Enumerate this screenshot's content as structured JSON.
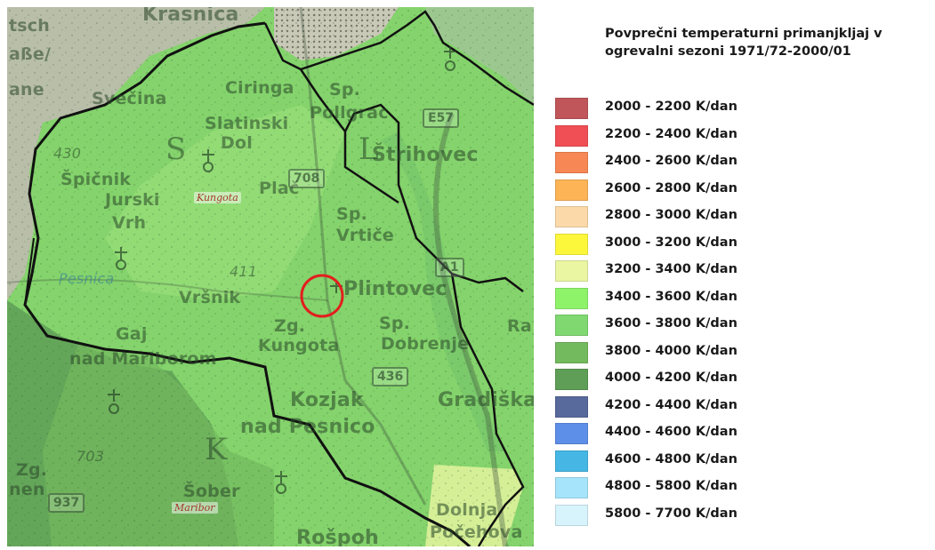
{
  "map": {
    "places": [
      {
        "name": "krasnica",
        "text": "Krasnica",
        "cls": "town"
      },
      {
        "name": "tsch",
        "text": "tsch",
        "cls": ""
      },
      {
        "name": "sse",
        "text": "aße/",
        "cls": ""
      },
      {
        "name": "ane",
        "text": "ane",
        "cls": ""
      },
      {
        "name": "svecina",
        "text": "Svečina",
        "cls": ""
      },
      {
        "name": "ciringa",
        "text": "Ciringa",
        "cls": ""
      },
      {
        "name": "sp",
        "text": "Sp.",
        "cls": ""
      },
      {
        "name": "slatinski-dol",
        "text": "Slatinski",
        "cls": ""
      },
      {
        "name": "dol",
        "text": "Dol",
        "cls": ""
      },
      {
        "name": "pollgrac",
        "text": "Pollgrac",
        "cls": ""
      },
      {
        "name": "strihovec",
        "text": "Štrihovec",
        "cls": ""
      },
      {
        "name": "spicnik",
        "text": "Špičnik",
        "cls": ""
      },
      {
        "name": "jurski",
        "text": "Jurski",
        "cls": ""
      },
      {
        "name": "vrh",
        "text": "Vrh",
        "cls": ""
      },
      {
        "name": "plac",
        "text": "Plač",
        "cls": ""
      },
      {
        "name": "sp-vrtice",
        "text": "Sp.",
        "cls": ""
      },
      {
        "name": "vrtice",
        "text": "Vrtiče",
        "cls": ""
      },
      {
        "name": "pesnica",
        "text": "Pesnica",
        "cls": "small"
      },
      {
        "name": "vrsnik",
        "text": "Vršnik",
        "cls": ""
      },
      {
        "name": "plintovec",
        "text": "Plintovec",
        "cls": ""
      },
      {
        "name": "zg",
        "text": "Zg.",
        "cls": ""
      },
      {
        "name": "kungota",
        "text": "Kungota",
        "cls": ""
      },
      {
        "name": "sp-dobrenje",
        "text": "Sp.",
        "cls": ""
      },
      {
        "name": "dobrenje",
        "text": "Dobrenje",
        "cls": ""
      },
      {
        "name": "ra",
        "text": "Ra",
        "cls": ""
      },
      {
        "name": "gaj",
        "text": "Gaj",
        "cls": ""
      },
      {
        "name": "nad-mariborom",
        "text": "nad Mariborom",
        "cls": ""
      },
      {
        "name": "kozjak",
        "text": "Kozjak",
        "cls": ""
      },
      {
        "name": "nad-pesnico",
        "text": "nad Pesnico",
        "cls": ""
      },
      {
        "name": "gradiska",
        "text": "Gradiška",
        "cls": ""
      },
      {
        "name": "sober",
        "text": "Šober",
        "cls": ""
      },
      {
        "name": "zg-left",
        "text": "Zg.",
        "cls": ""
      },
      {
        "name": "nen",
        "text": "nen",
        "cls": ""
      },
      {
        "name": "dolnja",
        "text": "Dolnja",
        "cls": ""
      },
      {
        "name": "rospoh",
        "text": "Rošpoh",
        "cls": ""
      },
      {
        "name": "pochova",
        "text": "Počehova",
        "cls": ""
      },
      {
        "name": "elev-430",
        "text": "430",
        "cls": "small"
      },
      {
        "name": "elev-411",
        "text": "411",
        "cls": "small"
      },
      {
        "name": "elev-703",
        "text": "703",
        "cls": "small"
      },
      {
        "name": "letter-s",
        "text": "S",
        "cls": "big"
      },
      {
        "name": "letter-k",
        "text": "K",
        "cls": "big"
      },
      {
        "name": "letter-l",
        "text": "L",
        "cls": "big"
      }
    ],
    "roads": [
      {
        "name": "road-e57",
        "text": "E57"
      },
      {
        "name": "road-708",
        "text": "708"
      },
      {
        "name": "road-a1",
        "text": "A1"
      },
      {
        "name": "road-436",
        "text": "436"
      },
      {
        "name": "road-937",
        "text": "937"
      }
    ],
    "municipalities": [
      {
        "name": "muni-kungota",
        "text": "Kungota"
      },
      {
        "name": "muni-maribor",
        "text": "Maribor"
      }
    ]
  },
  "legend": {
    "title": "Povprečni temperaturni primanjkljaj v ogrevalni sezoni 1971/72-2000/01",
    "items": [
      {
        "label": "2000 - 2200 K/dan",
        "color": "#c0565a"
      },
      {
        "label": "2200 - 2400 K/dan",
        "color": "#f04f55"
      },
      {
        "label": "2400 - 2600 K/dan",
        "color": "#f78754"
      },
      {
        "label": "2600 - 2800 K/dan",
        "color": "#fdb457"
      },
      {
        "label": "2800 - 3000 K/dan",
        "color": "#fbd9a8"
      },
      {
        "label": "3000 - 3200 K/dan",
        "color": "#fdf73c"
      },
      {
        "label": "3200 - 3400 K/dan",
        "color": "#eaf6a2"
      },
      {
        "label": "3400 - 3600 K/dan",
        "color": "#8ff36a"
      },
      {
        "label": "3600 - 3800 K/dan",
        "color": "#7fd970"
      },
      {
        "label": "3800 - 4000 K/dan",
        "color": "#73b95e"
      },
      {
        "label": "4000 - 4200 K/dan",
        "color": "#5e9e56"
      },
      {
        "label": "4200 - 4400 K/dan",
        "color": "#58699c"
      },
      {
        "label": "4400 - 4600 K/dan",
        "color": "#5d8fe8"
      },
      {
        "label": "4600 - 4800 K/dan",
        "color": "#46b7e4"
      },
      {
        "label": "4800 - 5800 K/dan",
        "color": "#a6e4fb"
      },
      {
        "label": "5800 - 7700 K/dan",
        "color": "#d7f3fc"
      }
    ]
  }
}
